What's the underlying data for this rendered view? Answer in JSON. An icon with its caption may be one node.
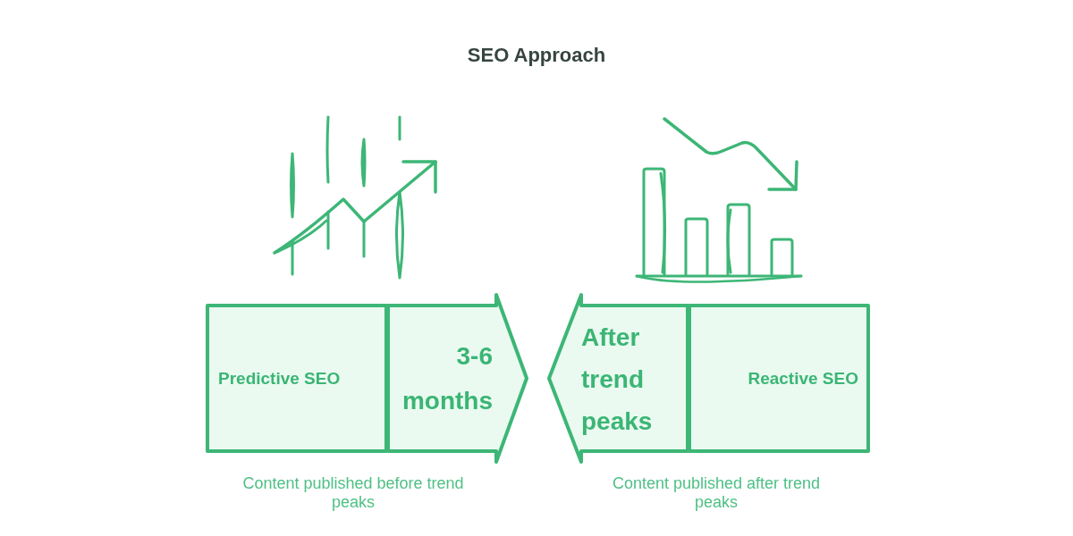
{
  "diagram": {
    "title": "SEO Approach",
    "nodes": [
      {
        "text": [
          "Predictive SEO"
        ]
      },
      {
        "text": [
          "3-6 months"
        ]
      },
      {
        "text": [
          "After trend peaks"
        ]
      },
      {
        "text": [
          "Reactive SEO"
        ]
      }
    ],
    "labels": [
      "Content published before trend peaks",
      "Content published after trend peaks"
    ]
  }
}
